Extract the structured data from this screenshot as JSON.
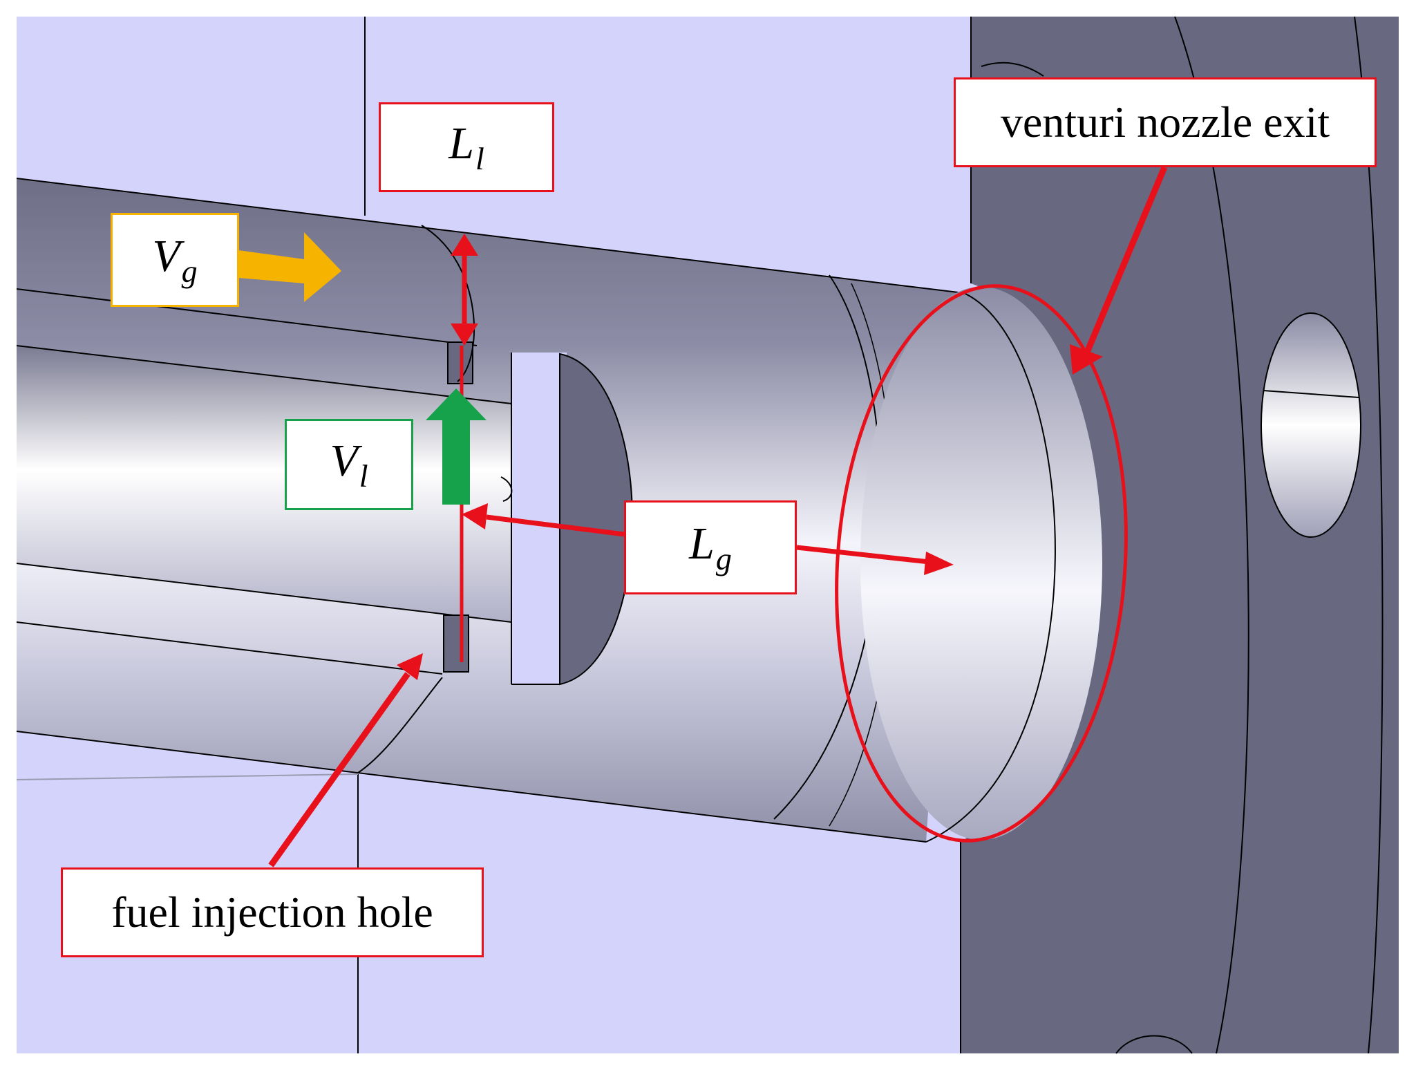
{
  "labels": {
    "venturi_exit": "venturi nozzle exit",
    "fuel_hole": "fuel injection hole",
    "Ll": {
      "base": "L",
      "sub": "l"
    },
    "Vg": {
      "base": "V",
      "sub": "g"
    },
    "Vl": {
      "base": "V",
      "sub": "l"
    },
    "Lg": {
      "base": "L",
      "sub": "g"
    }
  },
  "colors": {
    "background": "#d3d3fb",
    "flange": "#686880",
    "annotation_red": "#e8101a",
    "gas_arrow": "#f6b400",
    "liquid_arrow": "#16a24a"
  }
}
